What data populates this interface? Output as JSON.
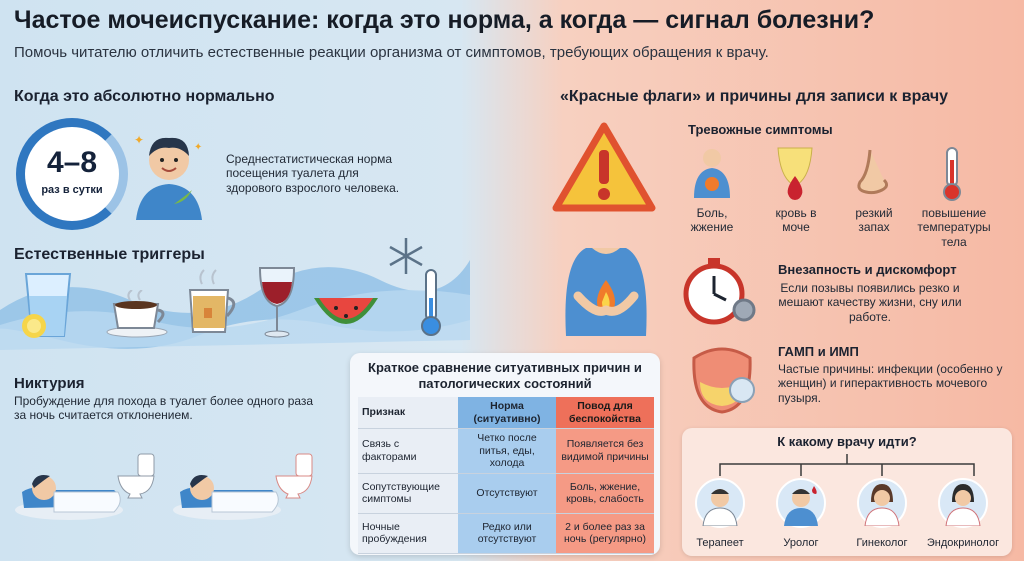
{
  "title": "Частое мочеиспускание: когда это норма, а когда — сигнал болезни?",
  "subtitle": "Помочь читателю отличить естественные реакции организма от симптомов, требующих обращения к врачу.",
  "left": {
    "normal": {
      "heading": "Когда это абсолютно нормально",
      "ring_value": "4–8",
      "ring_caption": "раз в сутки",
      "description": "Среднестатистическая норма посещения туалета для здорового взрослого человека."
    },
    "triggers": {
      "heading": "Естественные триггеры"
    },
    "nocturia": {
      "heading": "Никтурия",
      "text": "Пробуждение для похода в туалет более одного раза за ночь считается отклонением."
    }
  },
  "table": {
    "title": "Краткое сравнение ситуативных причин и патологических состояний",
    "headers": [
      "Признак",
      "Норма (ситуативно)",
      "Повод для беспокойства"
    ],
    "rows": [
      [
        "Связь с факторами",
        "Четко после питья, еды, холода",
        "Появляется без видимой причины"
      ],
      [
        "Сопутствующие симптомы",
        "Отсутствуют",
        "Боль, жжение, кровь, слабость"
      ],
      [
        "Ночные пробуждения",
        "Редко или отсутствуют",
        "2 и более раз за ночь (регулярно)"
      ]
    ]
  },
  "right": {
    "heading": "«Красные флаги» и причины для записи к врачу",
    "alarm": {
      "heading": "Тревожные симптомы",
      "symptoms": [
        {
          "label": "Боль, жжение",
          "icon": "pain-icon"
        },
        {
          "label": "кровь в моче",
          "icon": "blood-drop-icon"
        },
        {
          "label": "резкий запах",
          "icon": "nose-icon"
        },
        {
          "label": "повышение температуры тела",
          "icon": "thermometer-icon"
        }
      ]
    },
    "sudden": {
      "heading": "Внезапность и дискомфорт",
      "text": "Если позывы появились резко и мешают качеству жизни, сну или работе."
    },
    "gamp": {
      "heading": "ГАМП и ИМП",
      "text": "Частые причины: инфекции (особенно у женщин) и гиперактивность мочевого пузыря."
    },
    "doctors": {
      "heading": "К какому врачу идти?",
      "list": [
        "Терапеет",
        "Уролог",
        "Гинеколог",
        "Эндокринолог"
      ]
    }
  },
  "colors": {
    "blue_accent": "#2f77c0",
    "red_accent": "#e8543f",
    "warning_yellow": "#f5c33b"
  }
}
